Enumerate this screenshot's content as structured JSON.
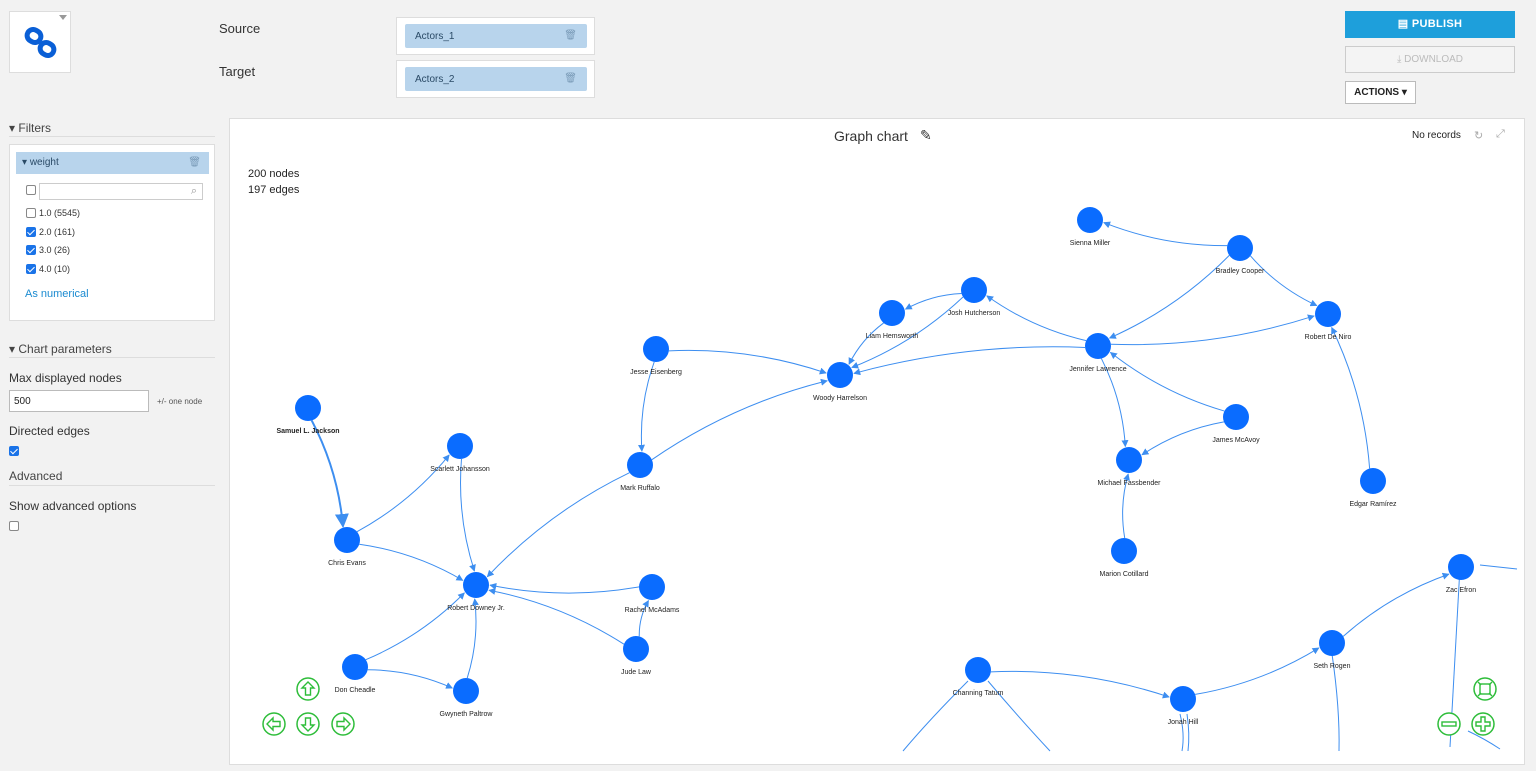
{
  "header": {
    "source_label": "Source",
    "target_label": "Target",
    "source_value": "Actors_1",
    "target_value": "Actors_2",
    "publish_label": "PUBLISH",
    "download_label": "DOWNLOAD",
    "actions_label": "ACTIONS"
  },
  "sidebar": {
    "filters_heading": "Filters",
    "filter_name": "weight",
    "filter_options": [
      {
        "label": "1.0 (5545)",
        "checked": false
      },
      {
        "label": "2.0 (161)",
        "checked": true
      },
      {
        "label": "3.0 (26)",
        "checked": true
      },
      {
        "label": "4.0 (10)",
        "checked": true
      }
    ],
    "as_numerical_link": "As numerical",
    "chart_params_heading": "Chart parameters",
    "max_nodes_label": "Max displayed nodes",
    "max_nodes_value": "500",
    "max_nodes_hint": "+/- one node",
    "directed_edges_label": "Directed edges",
    "directed_edges_checked": true,
    "advanced_heading": "Advanced",
    "show_advanced_label": "Show advanced options",
    "show_advanced_checked": false
  },
  "chart": {
    "title": "Graph chart",
    "status": "No records",
    "nodes_count": "200 nodes",
    "edges_count": "197 edges"
  },
  "colors": {
    "accent": "#1e9fdb",
    "node": "#0a6cff",
    "edge": "#3d8ef0",
    "nav": "#2ebd3a"
  },
  "chart_data": {
    "type": "graph",
    "directed": true,
    "nodes": [
      {
        "id": "sienna",
        "label": "Sienna Miller"
      },
      {
        "id": "bradley",
        "label": "Bradley Cooper"
      },
      {
        "id": "denir",
        "label": "Robert De Niro"
      },
      {
        "id": "josh",
        "label": "Josh Hutcherson"
      },
      {
        "id": "liam",
        "label": "Liam Hemsworth"
      },
      {
        "id": "jennifer",
        "label": "Jennifer Lawrence"
      },
      {
        "id": "jesse",
        "label": "Jesse Eisenberg"
      },
      {
        "id": "woody",
        "label": "Woody Harrelson"
      },
      {
        "id": "samuel",
        "label": "Samuel L. Jackson",
        "bold": true
      },
      {
        "id": "scarlett",
        "label": "Scarlett Johansson"
      },
      {
        "id": "ruffalo",
        "label": "Mark Ruffalo"
      },
      {
        "id": "mcavoy",
        "label": "James McAvoy"
      },
      {
        "id": "fassbender",
        "label": "Michael Fassbender"
      },
      {
        "id": "edgar",
        "label": "Edgar Ramírez"
      },
      {
        "id": "evans",
        "label": "Chris Evans"
      },
      {
        "id": "rdj",
        "label": "Robert Downey Jr."
      },
      {
        "id": "rachel",
        "label": "Rachel McAdams"
      },
      {
        "id": "marion",
        "label": "Marion Cotillard"
      },
      {
        "id": "jude",
        "label": "Jude Law"
      },
      {
        "id": "cheadle",
        "label": "Don Cheadle"
      },
      {
        "id": "gwyneth",
        "label": "Gwyneth Paltrow"
      },
      {
        "id": "zac",
        "label": "Zac Efron"
      },
      {
        "id": "seth",
        "label": "Seth Rogen"
      },
      {
        "id": "channing",
        "label": "Channing Tatum"
      },
      {
        "id": "jonah",
        "label": "Jonah Hill"
      }
    ],
    "edges": [
      [
        "bradley",
        "sienna"
      ],
      [
        "bradley",
        "denir"
      ],
      [
        "bradley",
        "jennifer"
      ],
      [
        "jennifer",
        "denir"
      ],
      [
        "jennifer",
        "josh"
      ],
      [
        "jennifer",
        "woody"
      ],
      [
        "jennifer",
        "fassbender"
      ],
      [
        "josh",
        "liam"
      ],
      [
        "josh",
        "woody"
      ],
      [
        "liam",
        "woody"
      ],
      [
        "jesse",
        "woody"
      ],
      [
        "jesse",
        "ruffalo"
      ],
      [
        "ruffalo",
        "woody"
      ],
      [
        "ruffalo",
        "rdj"
      ],
      [
        "mcavoy",
        "jennifer"
      ],
      [
        "mcavoy",
        "fassbender"
      ],
      [
        "marion",
        "fassbender"
      ],
      [
        "edgar",
        "denir"
      ],
      [
        "samuel",
        "evans"
      ],
      [
        "evans",
        "scarlett"
      ],
      [
        "evans",
        "rdj"
      ],
      [
        "scarlett",
        "rdj"
      ],
      [
        "rachel",
        "rdj"
      ],
      [
        "jude",
        "rdj"
      ],
      [
        "jude",
        "rachel"
      ],
      [
        "cheadle",
        "rdj"
      ],
      [
        "cheadle",
        "gwyneth"
      ],
      [
        "gwyneth",
        "rdj"
      ],
      [
        "seth",
        "zac"
      ],
      [
        "jonah",
        "seth"
      ],
      [
        "channing",
        "jonah"
      ]
    ]
  }
}
